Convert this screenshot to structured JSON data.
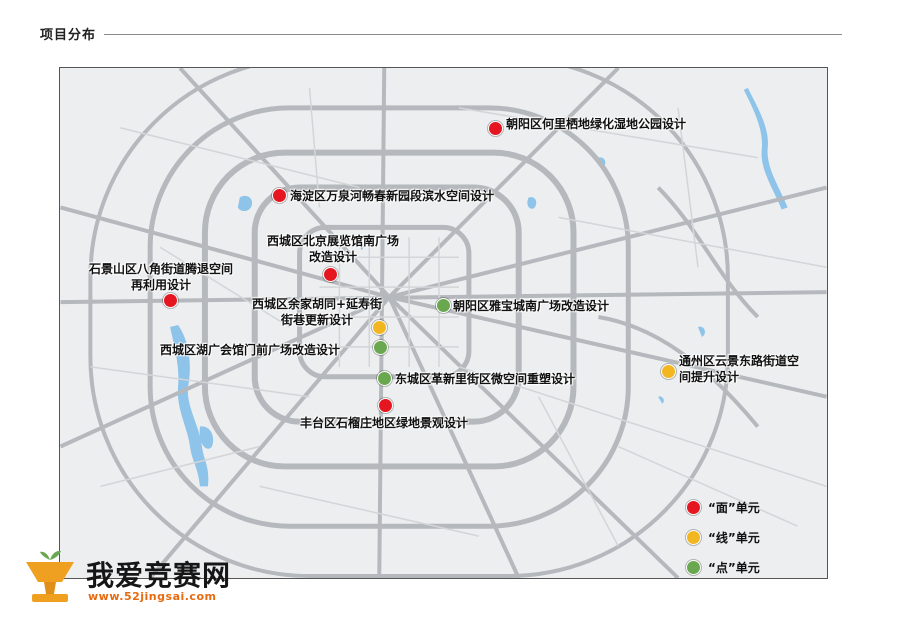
{
  "header": {
    "title": "项目分布"
  },
  "map": {
    "background": "#eceef0",
    "road_color": "#b5b8bc",
    "water_color": "#8ec3ea",
    "markers": [
      {
        "label_lines": [
          "朝阳区何里栖地绿化湿地公园设计"
        ],
        "type": "red"
      },
      {
        "label_lines": [
          "海淀区万泉河畅春新园段滨水空间设计"
        ],
        "type": "red"
      },
      {
        "label_lines": [
          "西城区北京展览馆南广场",
          "改造设计"
        ],
        "type": "red"
      },
      {
        "label_lines": [
          "石景山区八角街道腾退空间",
          "再利用设计"
        ],
        "type": "red"
      },
      {
        "label_lines": [
          "西城区余家胡同+延寿街",
          "街巷更新设计"
        ],
        "type": "yellow"
      },
      {
        "label_lines": [
          "朝阳区雅宝城南广场改造设计"
        ],
        "type": "green"
      },
      {
        "label_lines": [
          "西城区湖广会馆门前广场改造设计"
        ],
        "type": "green"
      },
      {
        "label_lines": [
          "东城区革新里街区微空间重塑设计"
        ],
        "type": "green"
      },
      {
        "label_lines": [
          "丰台区石榴庄地区绿地景观设计"
        ],
        "type": "red"
      },
      {
        "label_lines": [
          "通州区云景东路街道空",
          "间提升设计"
        ],
        "type": "yellow"
      }
    ]
  },
  "legend": {
    "items": [
      {
        "type": "red",
        "label": "“面”单元",
        "color": "#e5161f"
      },
      {
        "type": "yellow",
        "label": "“线”单元",
        "color": "#f2b720"
      },
      {
        "type": "green",
        "label": "“点”单元",
        "color": "#6aa84f"
      }
    ]
  },
  "watermark": {
    "name": "我爱竞赛网",
    "url": "www.52jingsai.com",
    "icon": "trophy-cup-icon"
  }
}
